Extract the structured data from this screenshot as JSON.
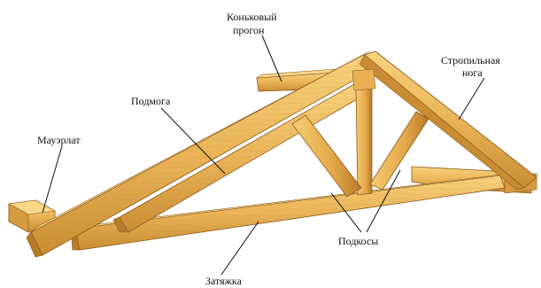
{
  "labels": {
    "ridge_purlin": [
      "Коньковый",
      "прогон"
    ],
    "rafter_leg": [
      "Стропильная",
      "нога"
    ],
    "strut_support": "Подмога",
    "wall_plate": "Мауэрлат",
    "braces": "Подкосы",
    "tie_beam": "Затяжка"
  },
  "colors": {
    "timber_light": "#f3c56a",
    "timber_mid": "#e2a645",
    "timber_dark": "#b87a27",
    "edge": "#8a5a1c",
    "text": "#111111"
  }
}
